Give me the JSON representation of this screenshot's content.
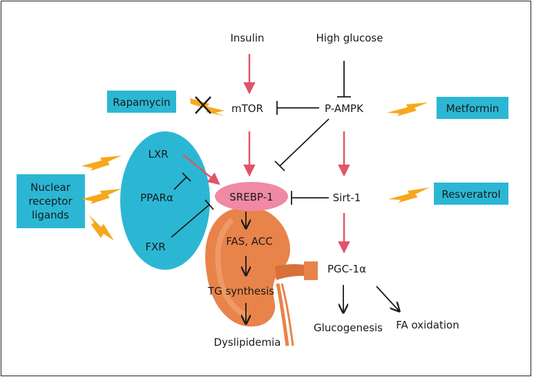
{
  "colors": {
    "box": "#2bb7d4",
    "oval": "#2bb7d4",
    "srebp": "#f08aa4",
    "activate_arrow": "#e05468",
    "inhibit_line": "#1a1a1a",
    "bolt": "#f6a81c",
    "kidney": "#e8834a"
  },
  "drugs": {
    "rapamycin": "Rapamycin",
    "metformin": "Metformin",
    "resveratrol": "Resveratrol",
    "nuclear_line1": "Nuclear",
    "nuclear_line2": "receptor",
    "nuclear_line3": "ligands"
  },
  "nodes": {
    "insulin": "Insulin",
    "high_glucose": "High glucose",
    "mtor": "mTOR",
    "p_ampk": "P-AMPK",
    "lxr": "LXR",
    "ppara": "PPARα",
    "fxr": "FXR",
    "srebp1": "SREBP-1",
    "sirt1": "Sirt-1",
    "fas_acc": "FAS, ACC",
    "tg_synthesis": "TG synthesis",
    "dyslipidemia": "Dyslipidemia",
    "pgc1a": "PGC-1α",
    "glucogenesis": "Glucogenesis",
    "fa_oxidation": "FA oxidation"
  },
  "icons": [
    "lightning-bolt-icon",
    "cross-mark-icon",
    "kidney-icon"
  ]
}
